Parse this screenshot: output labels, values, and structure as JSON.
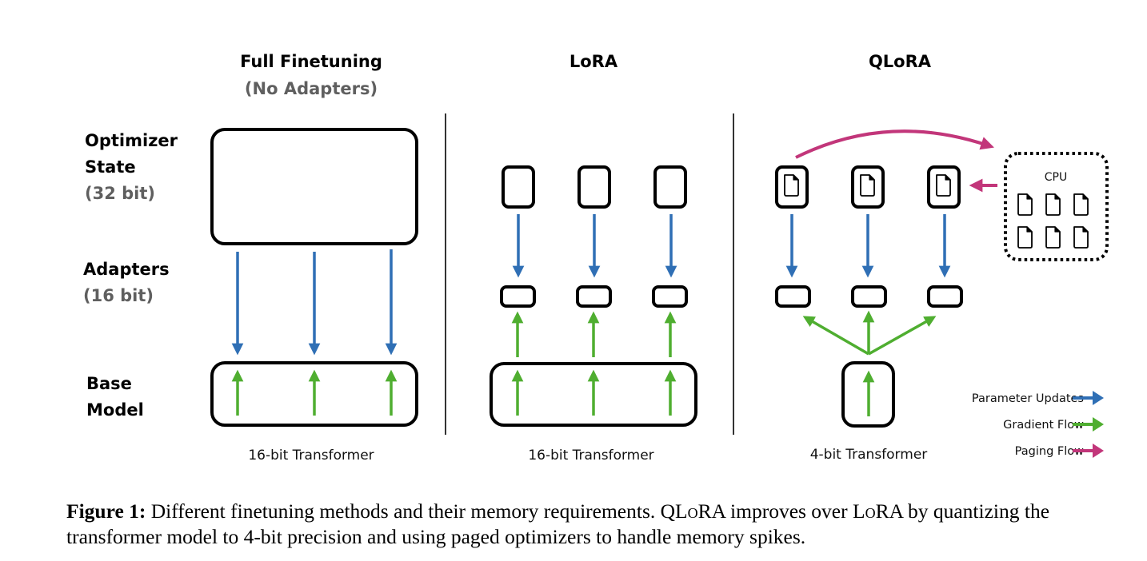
{
  "colors": {
    "parameter_updates": "#2f6fb5",
    "gradient_flow": "#4fae30",
    "paging_flow": "#c2367a",
    "box_stroke": "#000000",
    "subtitle_gray": "#5f5f5f"
  },
  "row_labels": {
    "optimizer": {
      "line1": "Optimizer",
      "line2": "State",
      "sub": "(32 bit)"
    },
    "adapters": {
      "line1": "Adapters",
      "sub": "(16 bit)"
    },
    "base": {
      "line1": "Base",
      "line2": "Model"
    }
  },
  "columns": {
    "full": {
      "title": "Full Finetuning",
      "subtitle": "(No Adapters)",
      "footer": "16-bit Transformer"
    },
    "lora": {
      "title": "LoRA",
      "footer": "16-bit Transformer"
    },
    "qlora": {
      "title": "QLoRA",
      "footer": "4-bit Transformer",
      "cpu_label": "CPU"
    }
  },
  "legend": {
    "items": [
      {
        "label": "Parameter Updates",
        "color_key": "parameter_updates"
      },
      {
        "label": "Gradient Flow",
        "color_key": "gradient_flow"
      },
      {
        "label": "Paging Flow",
        "color_key": "paging_flow"
      }
    ]
  },
  "caption": {
    "label": "Figure 1:",
    "text_a": " Different finetuning methods and their memory requirements. ",
    "qlora_q": "QL",
    "qlora_o": "o",
    "qlora_ra": "RA",
    "text_b": " improves over ",
    "lora_l": "L",
    "lora_o": "o",
    "lora_ra": "RA",
    "text_c": " by quantizing the transformer model to 4-bit precision and using paged optimizers to handle memory spikes."
  }
}
